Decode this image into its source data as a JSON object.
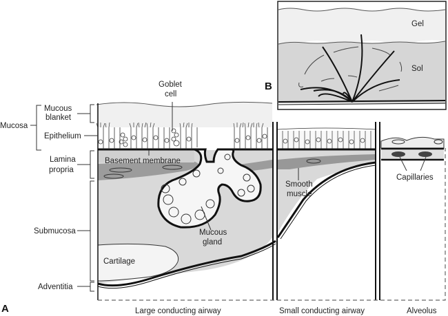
{
  "figure": {
    "panel_a_label": "A",
    "panel_b_label": "B",
    "left_labels": {
      "mucosa": "Mucosa",
      "mucous_blanket_1": "Mucous",
      "mucous_blanket_2": "blanket",
      "epithelium": "Epithelium",
      "lamina_propria_1": "Lamina",
      "lamina_propria_2": "propria",
      "submucosa": "Submucosa",
      "adventitia": "Adventitia"
    },
    "structure_labels": {
      "goblet_cell_1": "Goblet",
      "goblet_cell_2": "cell",
      "basement_membrane": "Basement membrane",
      "mucous_gland_1": "Mucous",
      "mucous_gland_2": "gland",
      "cartilage": "Cartilage",
      "smooth_muscle_1": "Smooth",
      "smooth_muscle_2": "muscle",
      "capillaries": "Capillaries"
    },
    "inset_labels": {
      "gel": "Gel",
      "sol": "Sol"
    },
    "region_labels": {
      "large": "Large conducting airway",
      "small": "Small conducting airway",
      "alveolus": "Alveolus"
    },
    "colors": {
      "mucus_gel": "#f0f0f0",
      "sol_layer": "#d6d6d6",
      "tissue": "#d9d9d9",
      "muscle": "#8c8c8c",
      "line": "#1a1a1a"
    }
  }
}
